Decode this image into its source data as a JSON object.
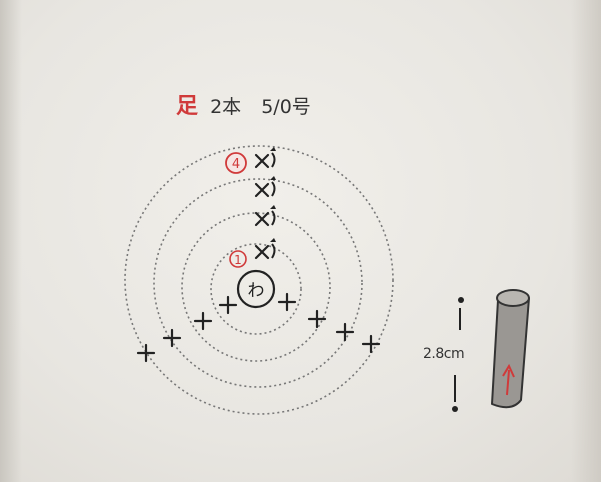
{
  "title": {
    "kanji": "足",
    "count": "2本",
    "hook": "5/0号"
  },
  "diagram": {
    "center_label": "わ",
    "row_markers": [
      "1",
      "4"
    ],
    "ring_count": 4,
    "ring_color": "#777777",
    "marker_color": "#d03a3a"
  },
  "measurement": {
    "label": "2.8cm"
  },
  "colors": {
    "paper": "#e9e7e2",
    "ink": "#222222",
    "accent": "#d03a3a",
    "tube_fill": "#9a9793"
  }
}
